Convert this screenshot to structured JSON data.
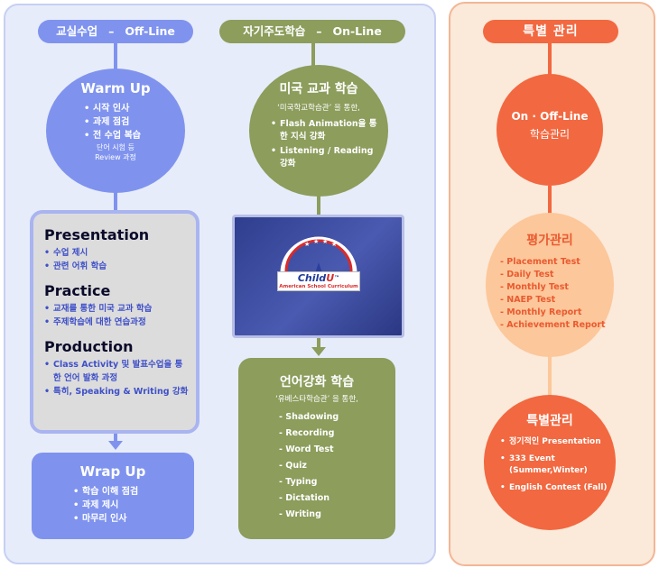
{
  "left": {
    "offline_pill": {
      "label": "교실수업",
      "sep": "–",
      "mode": "Off-Line"
    },
    "online_pill": {
      "label": "자기주도학습",
      "sep": "–",
      "mode": "On-Line"
    },
    "warmup": {
      "title": "Warm Up",
      "items": [
        "시작 인사",
        "과제 점검",
        "전 수업 복습"
      ],
      "note_line1": "단어 시험 등",
      "note_line2": "Review 과정"
    },
    "ppp": {
      "presentation": {
        "title": "Presentation",
        "items": [
          "수업 제시",
          "관련 어휘 학습"
        ]
      },
      "practice": {
        "title": "Practice",
        "items": [
          "교재를 통한 미국 교과 학습",
          "주제학습에 대한 연습과정"
        ]
      },
      "production": {
        "title": "Production",
        "items": [
          "Class Activity 및 발표수업을 통한 언어 발화 과정",
          "특히, Speaking & Writing 강화"
        ]
      }
    },
    "wrapup": {
      "title": "Wrap Up",
      "items": [
        "학습 이해 점검",
        "과제 제시",
        "마무리 인사"
      ]
    },
    "us_subject": {
      "title": "미국 교과 학습",
      "subtitle": "‘미국학교학습관’ 을 통한,",
      "items": [
        "Flash Animation을 통한 지식 강화",
        "Listening / Reading 강화"
      ]
    },
    "logo": {
      "name_a": "Child",
      "name_b": "U",
      "tm": "™",
      "tagline": "American School Curriculum"
    },
    "language": {
      "title": "언어강화 학습",
      "subtitle": "‘유베스타학습관’ 을 통한,",
      "items": [
        "- Shadowing",
        "- Recording",
        "- Word Test",
        "- Quiz",
        "- Typing",
        "- Dictation",
        "- Writing"
      ]
    }
  },
  "right": {
    "header": "특별 관리",
    "onoff": {
      "line1": "On · Off-Line",
      "line2": "학습관리"
    },
    "evaluation": {
      "title": "평가관리",
      "items": [
        "- Placement Test",
        "- Daily Test",
        "- Monthly Test",
        "- NAEP Test",
        "- Monthly Report",
        "- Achievement Report"
      ]
    },
    "special": {
      "title": "특별관리",
      "items": [
        "정기적인 Presentation",
        "333 Event (Summer,Winter)",
        "English Contest (Fall)"
      ]
    }
  },
  "colors": {
    "blue": "#7f93ee",
    "green": "#8c9d5c",
    "orange": "#f26840",
    "peach": "#fcc79a"
  }
}
